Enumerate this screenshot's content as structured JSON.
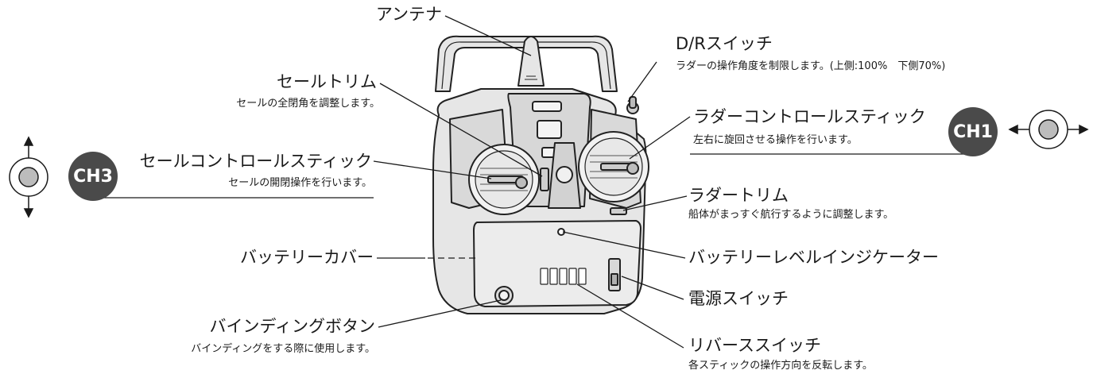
{
  "labels": {
    "antenna": "アンテナ",
    "sail_trim": "セールトリム",
    "sail_trim_desc": "セールの全閉角を調整します。",
    "sail_stick": "セールコントロールスティック",
    "sail_stick_desc": "セールの開閉操作を行います。",
    "battery_cover": "バッテリーカバー",
    "binding_button": "バインディングボタン",
    "binding_button_desc": "バインディングをする際に使用します。",
    "dr_switch": "D/Rスイッチ",
    "dr_switch_desc": "ラダーの操作角度を制限します。(上側:100%　下側70%)",
    "rudder_stick": "ラダーコントロールスティック",
    "rudder_stick_desc": "左右に旋回させる操作を行います。",
    "rudder_trim": "ラダートリム",
    "rudder_trim_desc": "船体がまっすぐ航行するように調整します。",
    "battery_indicator": "バッテリーレベルインジケーター",
    "power_switch": "電源スイッチ",
    "reverse_switch": "リバーススイッチ",
    "reverse_switch_desc": "各スティックの操作方向を反転します。"
  },
  "badges": {
    "left": "CH3",
    "right": "CH1"
  },
  "colors": {
    "body_fill": "#e6e6e6",
    "outline": "#222222",
    "badge": "#4a4a4a",
    "line": "#1a1a1a"
  }
}
